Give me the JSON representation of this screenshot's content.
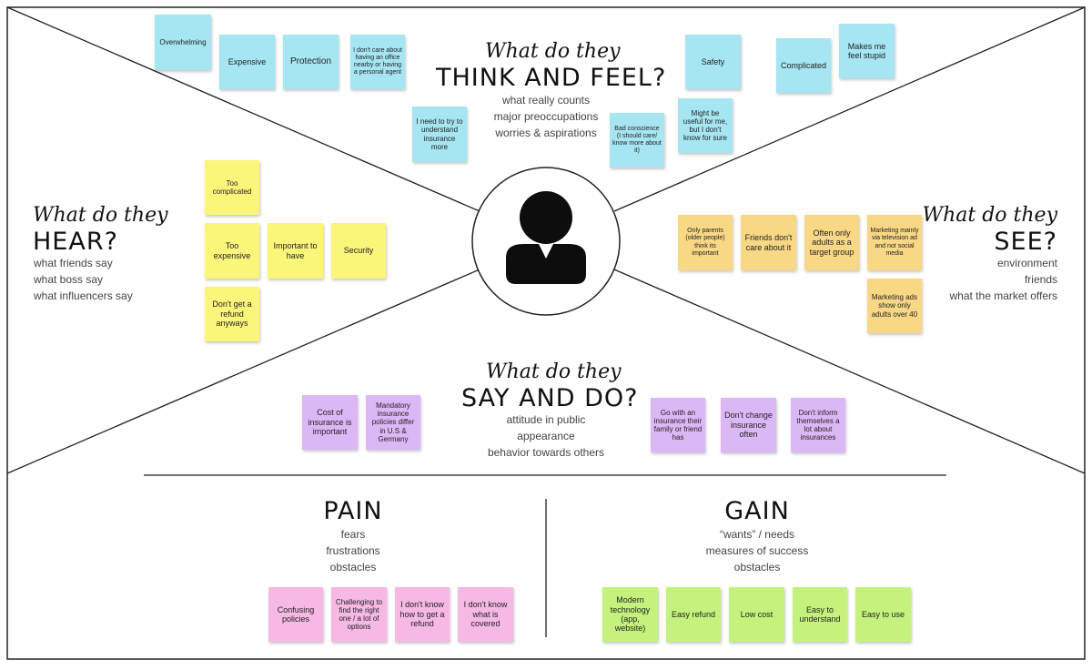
{
  "think_feel": {
    "script": "What do they",
    "title": "THINK AND FEEL?",
    "prompts": [
      "what really counts",
      "major preoccupations",
      "worries & aspirations"
    ],
    "notes": [
      "Overwhelming",
      "Expensive",
      "Protection",
      "I don't care about having an office nearby or having a personal agent",
      "I need to try to understand insurance more",
      "Bad conscience (I should care/ know more about it)",
      "Might be useful for me, but I don't know for sure",
      "Safety",
      "Complicated",
      "Makes me feel stupid"
    ]
  },
  "hear": {
    "script": "What do they",
    "title": "HEAR?",
    "prompts": [
      "what friends say",
      "what boss say",
      "what influencers say"
    ],
    "notes": [
      "Too complicated",
      "Too expensive",
      "Important to have",
      "Security",
      "Don't get a refund anyways"
    ]
  },
  "see": {
    "script": "What do they",
    "title": "SEE?",
    "prompts": [
      "environment",
      "friends",
      "what the market offers"
    ],
    "notes": [
      "Only parents (older people) think its important",
      "Friends don't care about it",
      "Often only adults as a target group",
      "Marketing mainly via television ad and not social media",
      "Marketing ads show only adults over 40"
    ]
  },
  "say_do": {
    "script": "What do they",
    "title": "SAY AND DO?",
    "prompts": [
      "attitude in public",
      "appearance",
      "behavior towards others"
    ],
    "notes": [
      "Cost of insurance is important",
      "Mandatory insurance policies differ in U.S & Germany",
      "Go with an insurance their family or friend has",
      "Don't change insurance often",
      "Don't inform themselves a lot about insurances"
    ]
  },
  "pain": {
    "title": "PAIN",
    "prompts": [
      "fears",
      "frustrations",
      "obstacles"
    ],
    "notes": [
      "Confusing policies",
      "Challenging to find the right one / a lot of options",
      "I don't know how to get a refund",
      "I don't know what is covered"
    ]
  },
  "gain": {
    "title": "GAIN",
    "prompts": [
      "“wants” / needs",
      "measures of success",
      "obstacles"
    ],
    "notes": [
      "Modern technology (app, website)",
      "Easy refund",
      "Low cost",
      "Easy to understand",
      "Easy to use"
    ]
  },
  "colors": {
    "think_feel": "#a6e6f2",
    "hear": "#fbf57a",
    "see": "#f8d884",
    "say_do": "#dcb7f5",
    "pain": "#f6b8e4",
    "gain": "#c4f27c"
  },
  "icons": {
    "persona": "person-icon"
  }
}
